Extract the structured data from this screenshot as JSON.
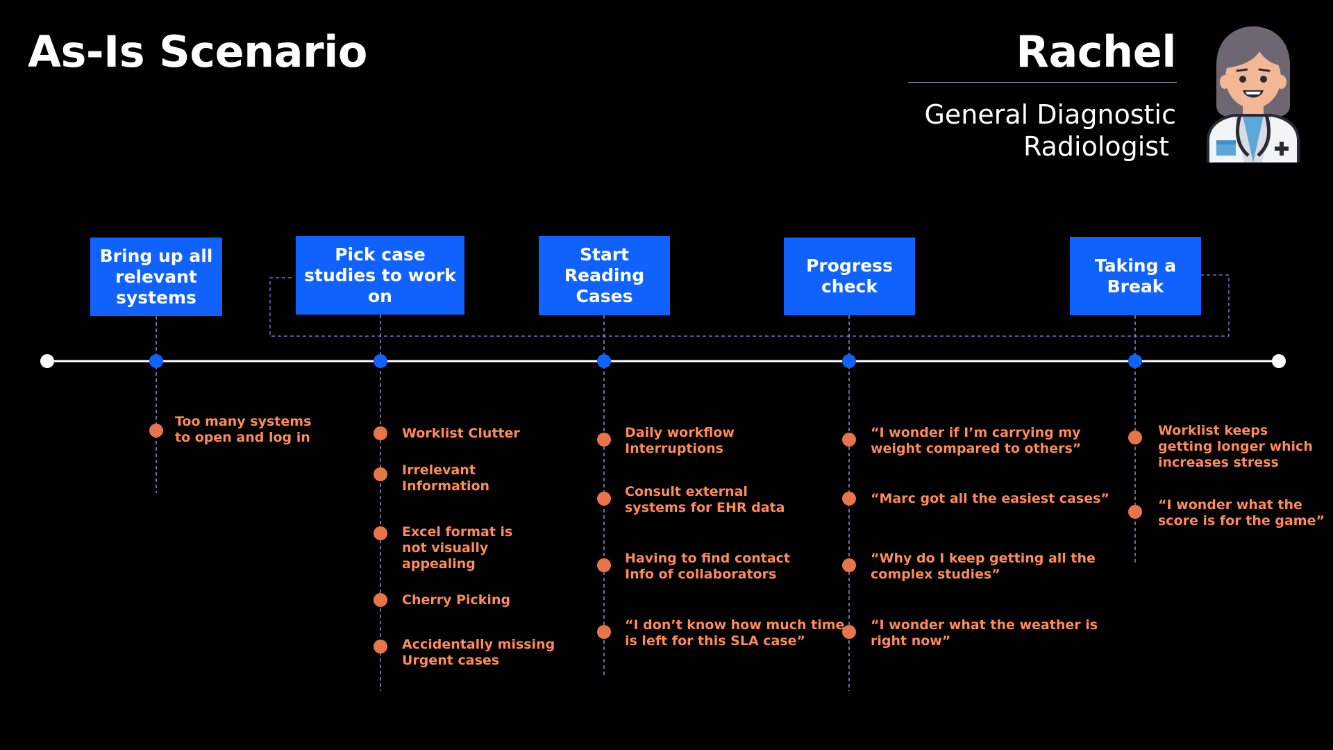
{
  "header": {
    "title": "As-Is Scenario"
  },
  "persona": {
    "name": "Rachel",
    "role_line1": "General Diagnostic",
    "role_line2": "Radiologist",
    "avatar_icon": "radiologist-avatar-icon"
  },
  "colors": {
    "background": "#000000",
    "stage_box": "#0f62fe",
    "pain_point": "#ff8a5c",
    "pain_dot": "#e8744a",
    "timeline": "#ffffff",
    "connector": "#7b6ccf"
  },
  "stages": [
    {
      "label": "Bring up all relevant systems",
      "pain_points": [
        [
          "Too many systems",
          "to open and log in"
        ]
      ]
    },
    {
      "label": "Pick case studies to work on",
      "pain_points": [
        [
          "Worklist Clutter"
        ],
        [
          "Irrelevant",
          "Information"
        ],
        [
          "Excel format is",
          "not visually",
          "appealing"
        ],
        [
          "Cherry Picking"
        ],
        [
          "Accidentally missing",
          "Urgent cases"
        ]
      ]
    },
    {
      "label": "Start Reading Cases",
      "pain_points": [
        [
          "Daily workflow",
          "Interruptions"
        ],
        [
          "Consult external",
          "systems for EHR data"
        ],
        [
          "Having to find contact",
          "Info of collaborators"
        ],
        [
          "“I don’t know how much time",
          "is left for this SLA case”"
        ]
      ]
    },
    {
      "label": "Progress check",
      "pain_points": [
        [
          "“I wonder if I’m carrying my",
          "weight compared to others”"
        ],
        [
          "“Marc got all the easiest cases”"
        ],
        [
          "“Why do I keep getting all the",
          "complex studies”"
        ],
        [
          "“I wonder what the weather is",
          "right now”"
        ]
      ]
    },
    {
      "label": "Taking a Break",
      "pain_points": [
        [
          "Worklist keeps",
          "getting longer which",
          "increases stress"
        ],
        [
          "“I wonder what the",
          "score is for the game”"
        ]
      ]
    }
  ]
}
